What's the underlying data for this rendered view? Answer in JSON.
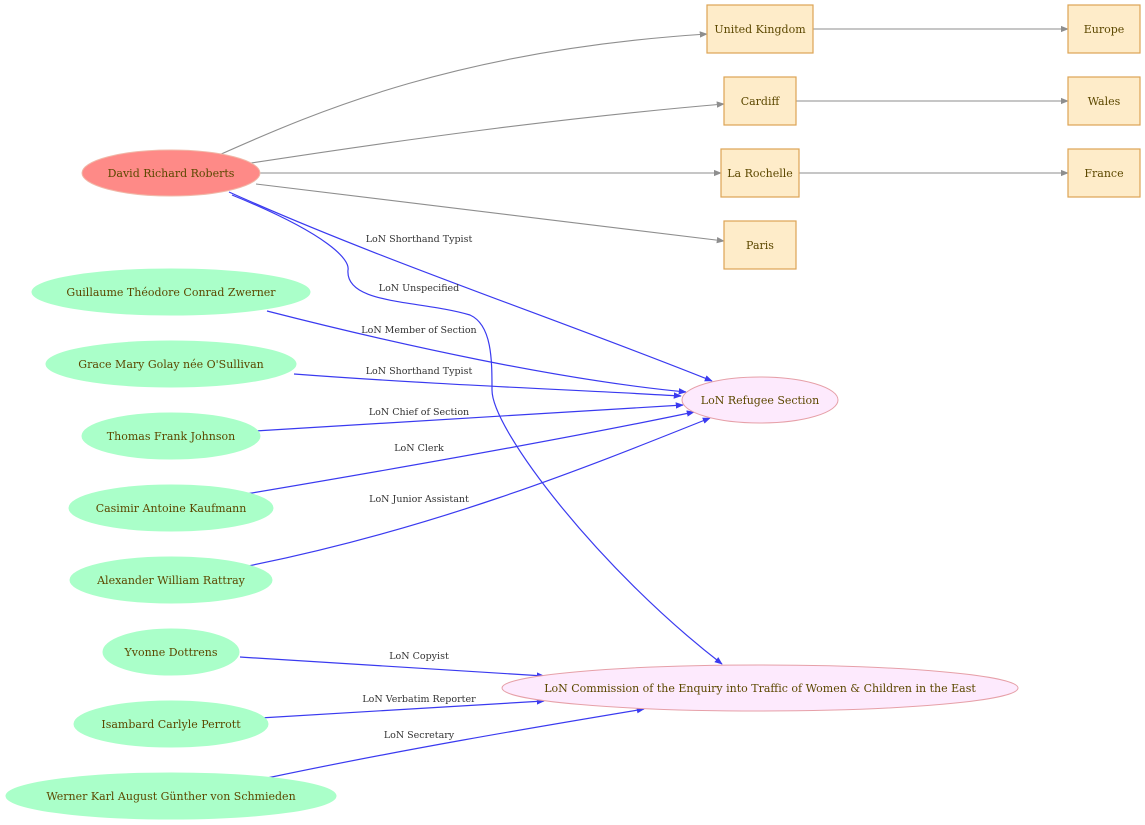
{
  "colors": {
    "main_person": "#fe8a87",
    "person": "#aaffc9",
    "organisation": "#fdeafd",
    "place": "#feecc9",
    "place_border": "#dda455",
    "edge_place": "#8e8e8e",
    "edge_role": "#3a3af0"
  },
  "nodes": {
    "david": "David Richard Roberts",
    "zwerner": "Guillaume Théodore Conrad Zwerner",
    "golay": "Grace Mary Golay née O'Sullivan",
    "johnson": "Thomas Frank Johnson",
    "kaufmann": "Casimir Antoine Kaufmann",
    "rattray": "Alexander William Rattray",
    "dottrens": "Yvonne Dottrens",
    "perrott": "Isambard Carlyle  Perrott",
    "schmieden": "Werner Karl August Günther von Schmieden",
    "refugee": "LoN Refugee Section",
    "commission": "LoN Commission of the Enquiry into Traffic of Women & Children in the East",
    "uk": "United Kingdom",
    "cardiff": "Cardiff",
    "larochelle": "La Rochelle",
    "paris": "Paris",
    "europe": "Europe",
    "wales": "Wales",
    "france": "France"
  },
  "edges": {
    "david_refugee": "LoN Shorthand Typist",
    "david_commission": "LoN Unspecified",
    "zwerner_refugee": "LoN Member of Section",
    "golay_refugee": "LoN Shorthand Typist",
    "johnson_refugee": "LoN Chief of Section",
    "kaufmann_refugee": "LoN Clerk",
    "rattray_refugee": "LoN Junior Assistant",
    "dottrens_commission": "LoN Copyist",
    "perrott_commission": "LoN Verbatim Reporter",
    "schmieden_commission": "LoN Secretary"
  }
}
